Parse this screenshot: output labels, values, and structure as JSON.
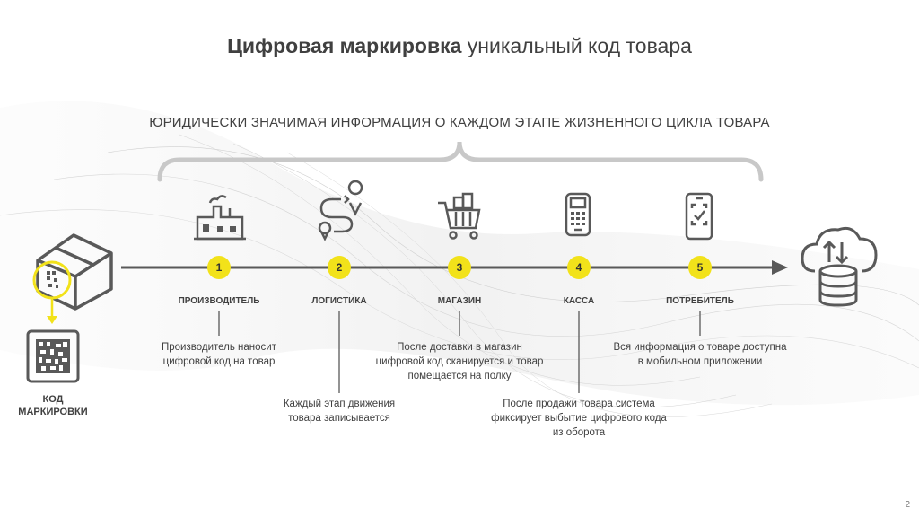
{
  "header": {
    "title_bold": "Цифровая маркировка",
    "title_rest": " уникальный код товара"
  },
  "subtitle": "ЮРИДИЧЕСКИ ЗНАЧИМАЯ ИНФОРМАЦИЯ О КАЖДОМ ЭТАПЕ ЖИЗНЕННОГО ЦИКЛА ТОВАРА",
  "colors": {
    "accent": "#f2e21a",
    "line": "#595959",
    "text": "#404040"
  },
  "code": {
    "label_line1": "КОД",
    "label_line2": "МАРКИРОВКИ"
  },
  "steps": [
    {
      "number": "1",
      "label": "ПРОИЗВОДИТЕЛЬ",
      "icon": "factory-icon",
      "desc1": "Производитель наносит",
      "desc2": "цифровой код на товар",
      "desc3": ""
    },
    {
      "number": "2",
      "label": "ЛОГИСТИКА",
      "icon": "route-icon",
      "desc1": "Каждый этап движения",
      "desc2": "товара записывается",
      "desc3": ""
    },
    {
      "number": "3",
      "label": "МАГАЗИН",
      "icon": "shopping-cart-icon",
      "desc1": "После доставки в магазин",
      "desc2": "цифровой код сканируется и товар",
      "desc3": "помещается на полку"
    },
    {
      "number": "4",
      "label": "КАССА",
      "icon": "pos-terminal-icon",
      "desc1": "После продажи товара система",
      "desc2": "фиксирует выбытие цифрового кода",
      "desc3": "из оборота"
    },
    {
      "number": "5",
      "label": "ПОТРЕБИТЕЛЬ",
      "icon": "smartphone-icon",
      "desc1": "Вся информация о товаре доступна",
      "desc2": "в мобильном приложении",
      "desc3": ""
    }
  ],
  "page_number": "2"
}
